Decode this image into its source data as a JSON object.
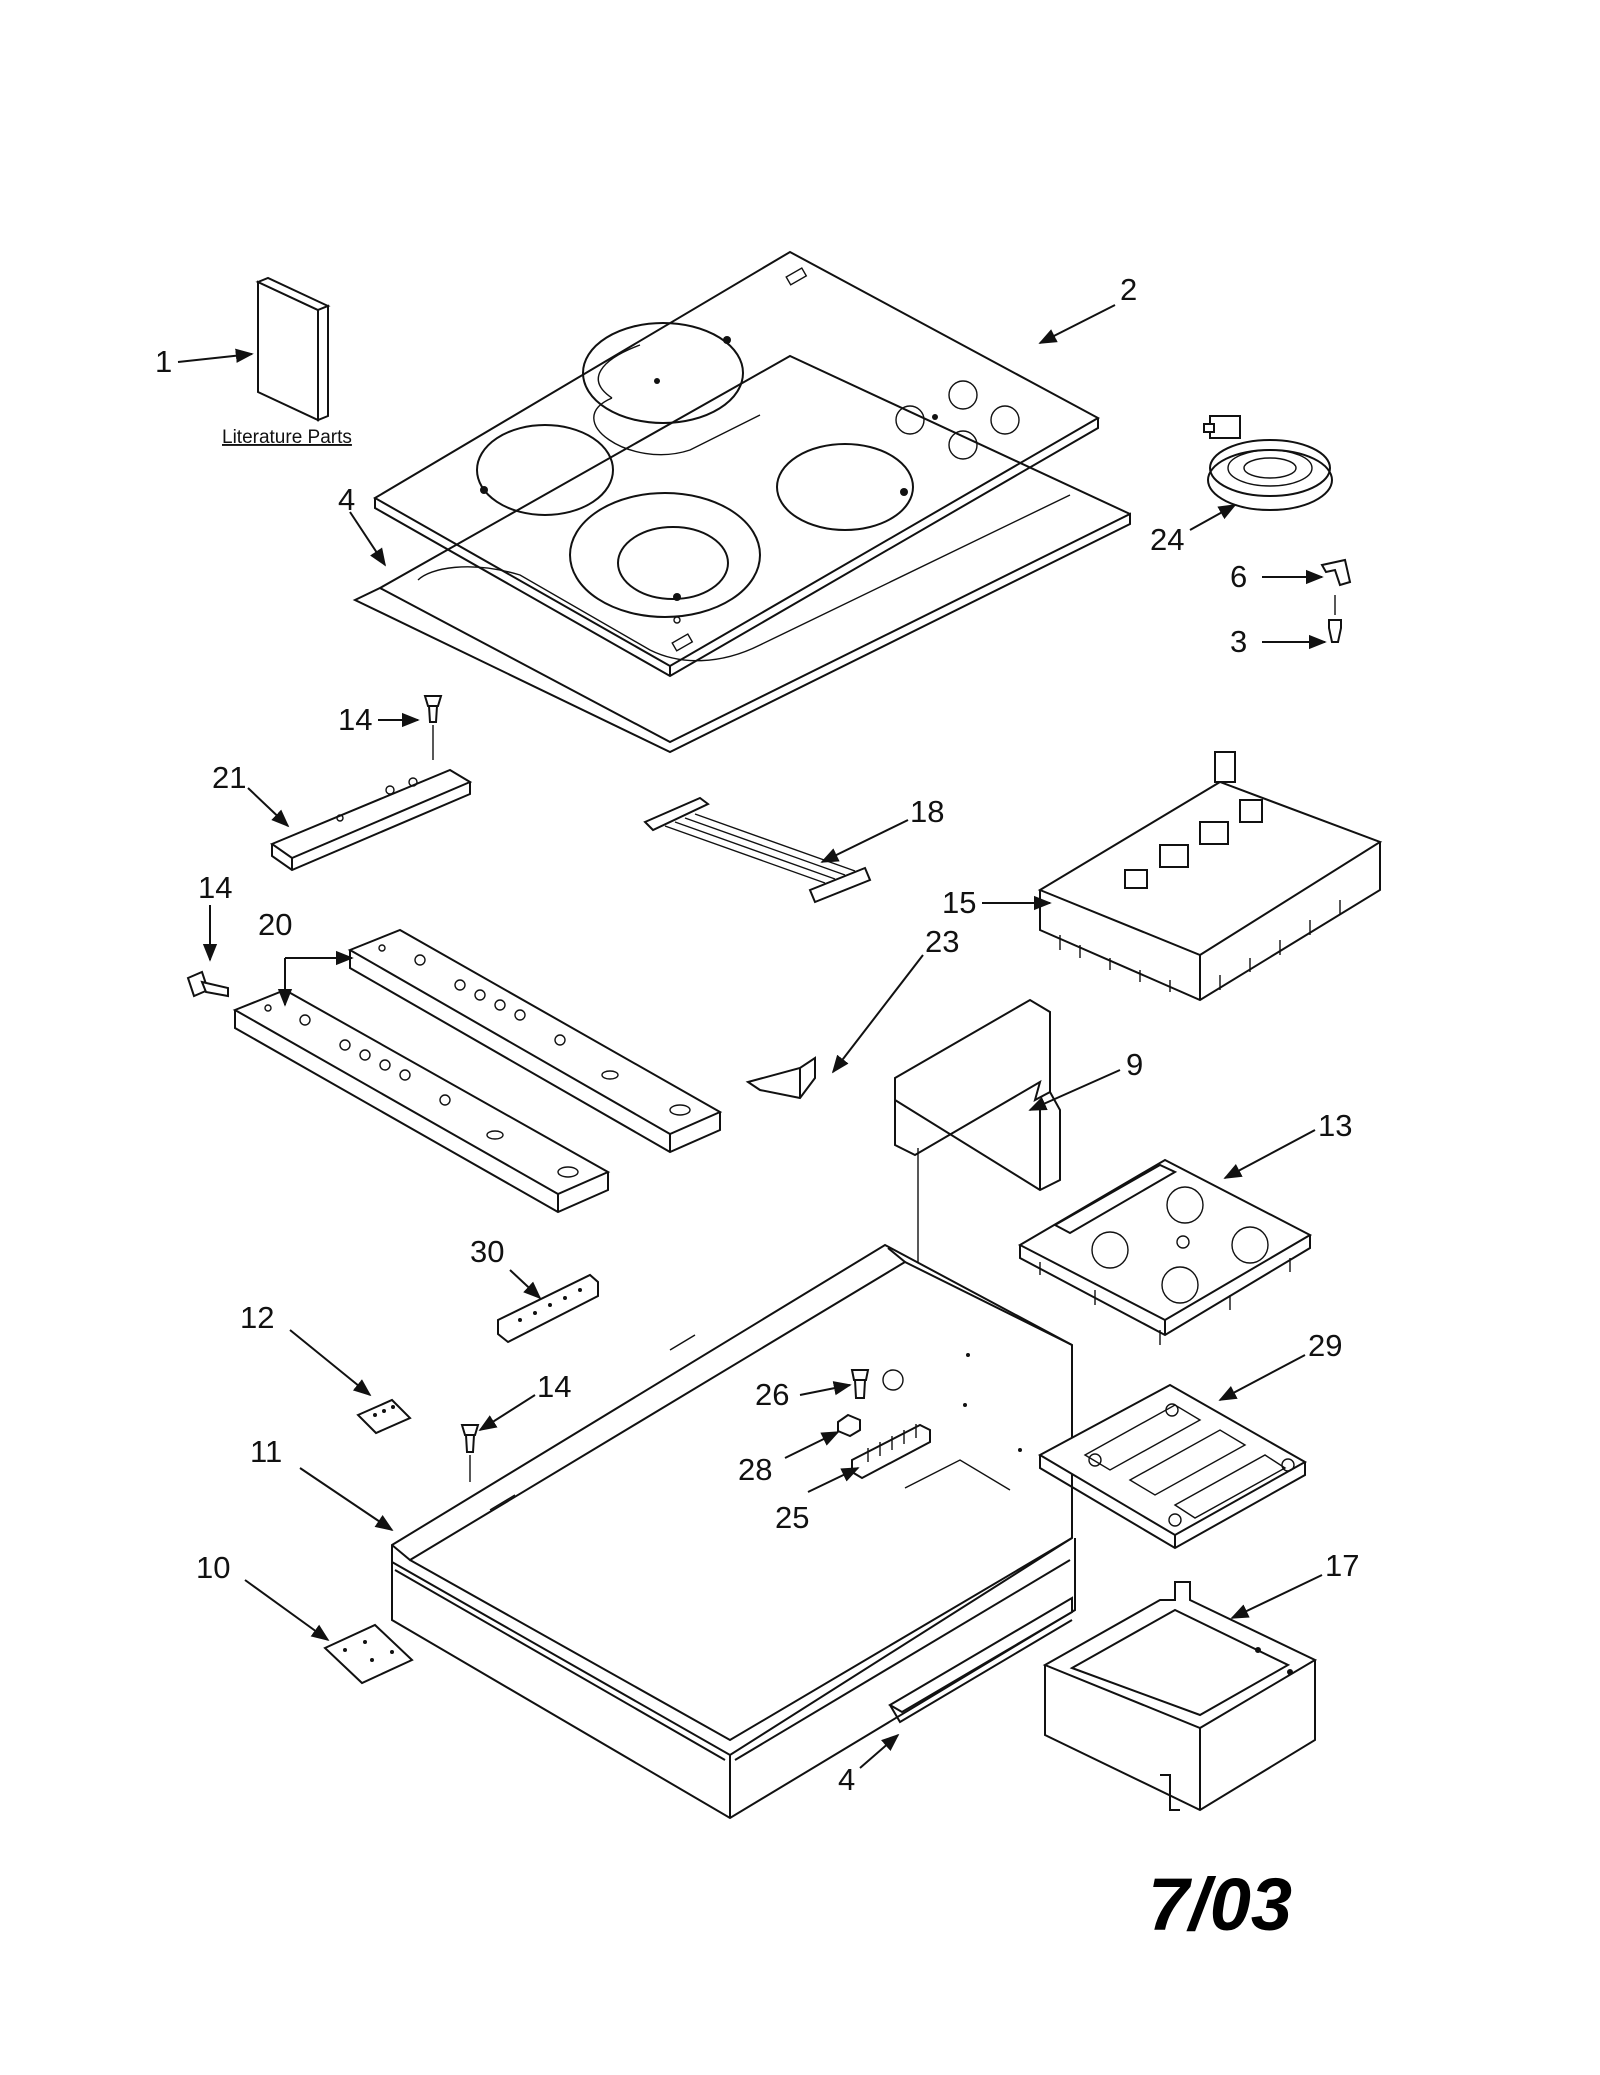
{
  "diagram": {
    "literature_caption": "Literature Parts",
    "date_stamp": "7/03",
    "callouts": {
      "c1": "1",
      "c2": "2",
      "c3": "3",
      "c4a": "4",
      "c4b": "4",
      "c6": "6",
      "c9": "9",
      "c10": "10",
      "c11": "11",
      "c12": "12",
      "c13": "13",
      "c14a": "14",
      "c14b": "14",
      "c14c": "14",
      "c15": "15",
      "c17": "17",
      "c18": "18",
      "c20": "20",
      "c21": "21",
      "c23": "23",
      "c24": "24",
      "c25": "25",
      "c26": "26",
      "c28": "28",
      "c29": "29",
      "c30": "30"
    }
  }
}
